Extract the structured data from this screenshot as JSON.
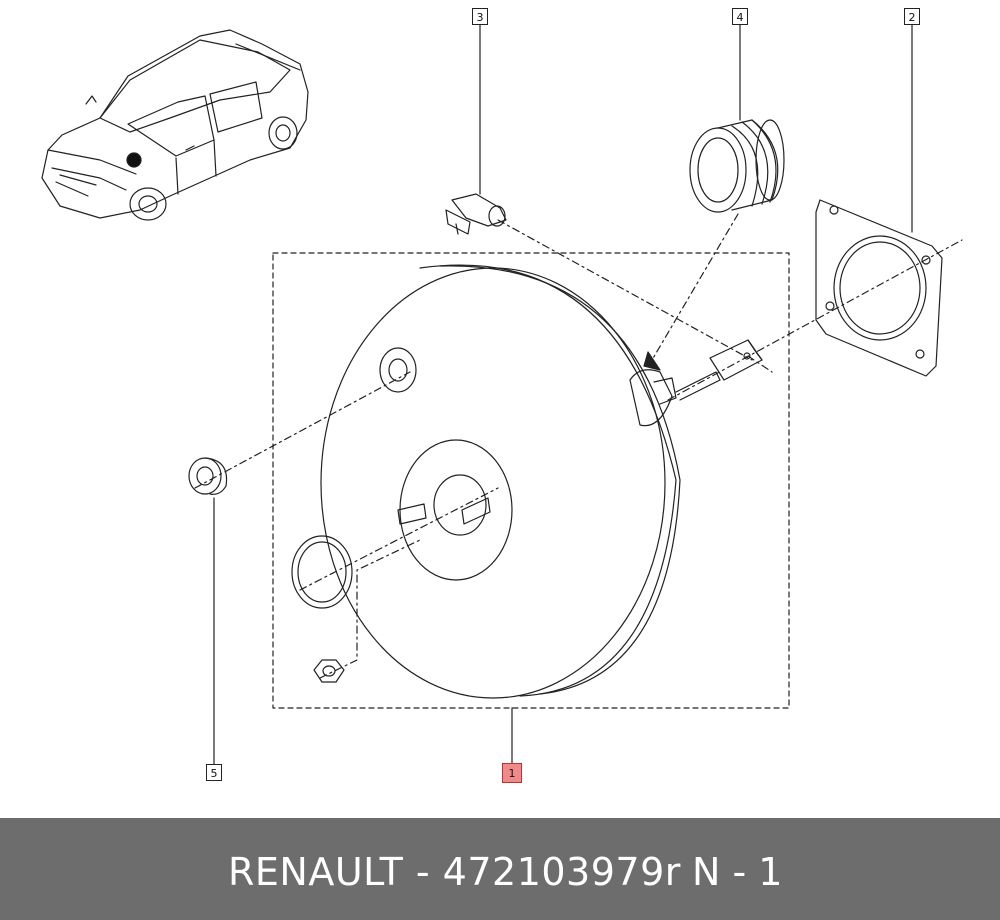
{
  "diagram": {
    "callouts": [
      {
        "number": "1"
      },
      {
        "number": "2"
      },
      {
        "number": "3"
      },
      {
        "number": "4"
      },
      {
        "number": "5"
      }
    ]
  },
  "footer": {
    "title": "RENAULT - 472103979r",
    "code": "N - 1"
  },
  "colors": {
    "footer_bg": "#6d6d6d",
    "highlight": "#f08a8a",
    "line": "#222222"
  }
}
